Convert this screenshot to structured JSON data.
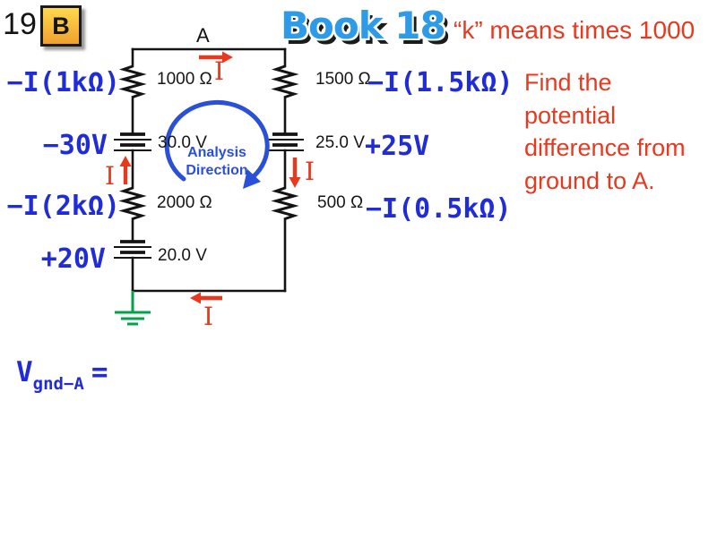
{
  "slide": {
    "number": "19",
    "badge": "B",
    "title": "Book 18",
    "k_note": "“k” means times 1000",
    "question_lines": {
      "l1": "Find the",
      "l2": "potential",
      "l3": "difference from",
      "l4": "ground to A."
    },
    "equation_prompt": {
      "var": "V",
      "sub": "gnd−A",
      "eq": "="
    }
  },
  "circuit": {
    "node": "A",
    "current": "I",
    "analysis": {
      "line1": "Analysis",
      "line2": "Direction"
    },
    "left_branch": {
      "r1": {
        "value": "1000 Ω",
        "annotation": "−I(1kΩ)"
      },
      "b1": {
        "value": "30.0 V",
        "annotation": "−30V"
      },
      "r2": {
        "value": "2000 Ω",
        "annotation": "−I(2kΩ)"
      },
      "b2": {
        "value": "20.0 V",
        "annotation": "+20V"
      }
    },
    "right_branch": {
      "r3": {
        "value": "1500 Ω",
        "annotation": "−I(1.5kΩ)"
      },
      "b3": {
        "value": "25.0 V",
        "annotation": "+25V"
      },
      "r4": {
        "value": "500 Ω",
        "annotation": "−I(0.5kΩ)"
      }
    }
  },
  "colors": {
    "label_blue": "#1f2cd8",
    "analysis_blue": "#2b50d8",
    "title_blue": "#2e9be8",
    "red": "#e8391f",
    "ground_green": "#00a347",
    "wire_black": "#141414",
    "badge_top": "#ffd94e",
    "badge_bottom": "#f0a12e"
  }
}
